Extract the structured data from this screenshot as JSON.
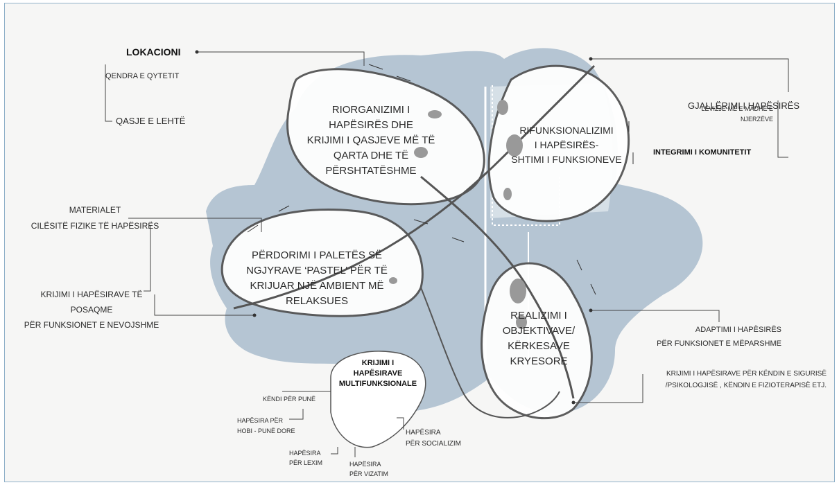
{
  "center": {
    "top_left": [
      "RIORGANIZIMI I",
      "HAPËSIRËS DHE",
      "KRIJIMI I QASJEVE MË TË",
      "QARTA DHE TË",
      "PËRSHTATËSHME"
    ],
    "top_right": [
      "RIFUNKSIONALIZIMI",
      "I HAPËSIRËS-",
      "SHTIMI I FUNKSIONEVE"
    ],
    "middle_left": [
      "PËRDORIMI I PALETËS SË",
      "NGJYRAVE ‘PASTEL’ PËR TË",
      "KRIJUAR NJË AMBIENT MË",
      "RELAKSUES"
    ],
    "bottom_right": [
      "REALIZIMI I",
      "OBJEKTIVAVE/",
      "KËRKESAVE",
      "KRYESORE"
    ],
    "bottom_center": [
      "KRIJIMI I",
      "HAPËSIRAVE",
      "MULTIFUNKSIONALE"
    ]
  },
  "labels": {
    "lokacioni": "LOKACIONI",
    "qendra": "QENDRA E QYTETIT",
    "qasje": "QASJE E LEHTË",
    "materialet": "MATERIALET",
    "cilesite": "CILËSITË FIZIKE TË HAPËSIRËS",
    "krijimi_hapesirave": [
      "KRIJIMI I HAPËSIRAVE TË",
      "POSAQME",
      "PËR FUNKSIONET E NEVOJSHME"
    ],
    "gjallerimi": "GJALLËRIMI I HAPËSIRËS",
    "levizje": [
      "LËVIZJE MË E MADHE E",
      "NJERZËVE"
    ],
    "integrimi": "INTEGRIMI I KOMUNITETIT",
    "adaptimi": [
      "ADAPTIMI I HAPËSIRËS",
      "PËR FUNKSIONET E MËPARSHME"
    ],
    "krijimi_kendin": [
      "KRIJIMI  I HAPËSIRAVE PËR KËNDIN E SIGURISË",
      "/PSIKOLOGJISË , KËNDIN E FIZIOTERAPISË ETJ."
    ],
    "kendi_pune": "KËNDI PËR PUNË",
    "hobi": [
      "HAPËSIRA PËR",
      "HOBI - PUNË DORE"
    ],
    "lexim": [
      "HAPËSIRA",
      "PËR LEXIM"
    ],
    "vizatim": [
      "HAPËSIRA",
      "PËR VIZATIM"
    ],
    "socializim": [
      "HAPËSIRA",
      "PËR SOCIALIZIM"
    ]
  },
  "colors": {
    "map_blue": "#a9bccc",
    "outline": "#555555",
    "text": "#2a2a2a"
  }
}
